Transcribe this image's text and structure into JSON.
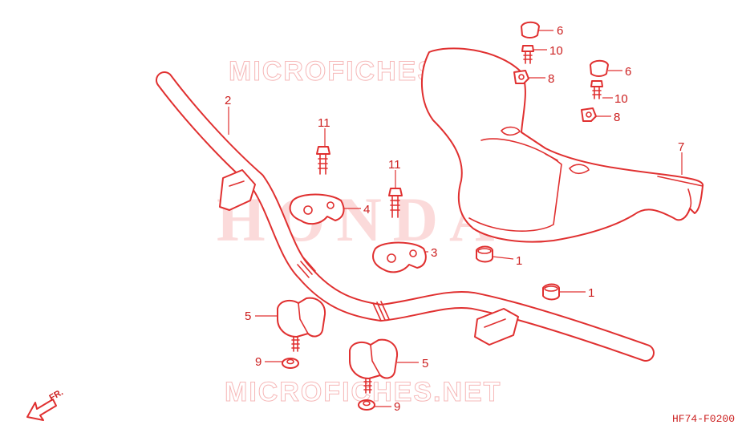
{
  "watermarks": {
    "brand": "HONDA",
    "site_top": "MICROFICHES.NET",
    "site_bottom": "MICROFICHES.NET"
  },
  "diagram_code": "HF74-F0200",
  "direction_label": "FR.",
  "callouts": {
    "c1a": "1",
    "c1b": "1",
    "c2": "2",
    "c3": "3",
    "c4": "4",
    "c5a": "5",
    "c5b": "5",
    "c6a": "6",
    "c6b": "6",
    "c7": "7",
    "c8a": "8",
    "c8b": "8",
    "c9a": "9",
    "c9b": "9",
    "c10a": "10",
    "c10b": "10",
    "c11a": "11",
    "c11b": "11"
  },
  "colors": {
    "line": "#e03030",
    "watermark": "#f6b8b8"
  }
}
